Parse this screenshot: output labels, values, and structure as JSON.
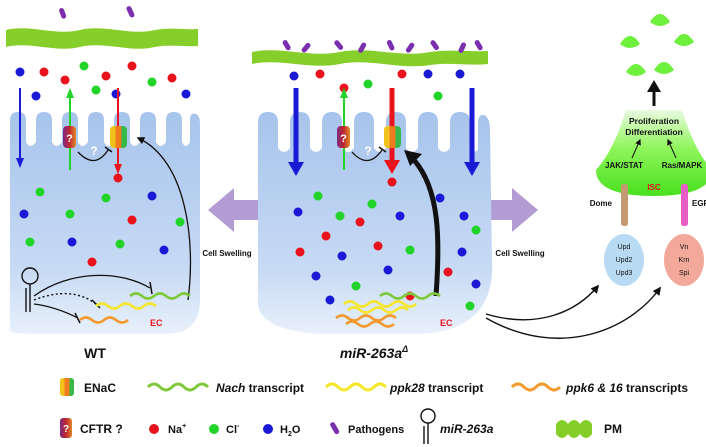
{
  "panels": {
    "wt": {
      "label": "WT"
    },
    "mutant": {
      "label_main": "miR-263a",
      "label_sup": "Δ"
    }
  },
  "cell_swelling_left": "Cell Swelling",
  "cell_swelling_right": "Cell Swelling",
  "ec_label": "EC",
  "question_mark": "?",
  "isc": {
    "proliferation": "Proliferation",
    "differentiation": "Differentiation",
    "jak_stat": "JAK/STAT",
    "ras_mapk": "Ras/MAPK",
    "isc": "ISC",
    "dome": "Dome",
    "egfr": "EGFR",
    "upd_ligands": [
      "Upd",
      "Upd2",
      "Upd3"
    ],
    "egfr_ligands": [
      "Vn",
      "Krn",
      "Spi"
    ]
  },
  "legend": {
    "enac": "ENaC",
    "nach": "Nach",
    "nach_suffix": " transcript",
    "ppk28": "ppk28",
    "ppk28_suffix": " transcript",
    "ppk616": "ppk6 & 16",
    "ppk616_suffix": " transcripts",
    "cftr": "CFTR ?",
    "na": "Na",
    "na_sup": "+",
    "cl": "Cl",
    "cl_sup": "-",
    "h2o_h": "H",
    "h2o_sub": "2",
    "h2o_o": "O",
    "pathogens": "Pathogens",
    "mir": "miR-263a",
    "pm": "PM"
  },
  "colors": {
    "na": "#e8131c",
    "cl": "#22d42a",
    "h2o": "#1a1ad6",
    "pathogen": "#7b2fae",
    "pm": "#86cf2a",
    "cell": "#b9d1f2",
    "nach": "#7ec93a",
    "ppk28": "#f4e62b",
    "ppk616": "#f29a2e",
    "arrow_purple": "#b39bd3",
    "isc_green": "#6ef03c"
  }
}
